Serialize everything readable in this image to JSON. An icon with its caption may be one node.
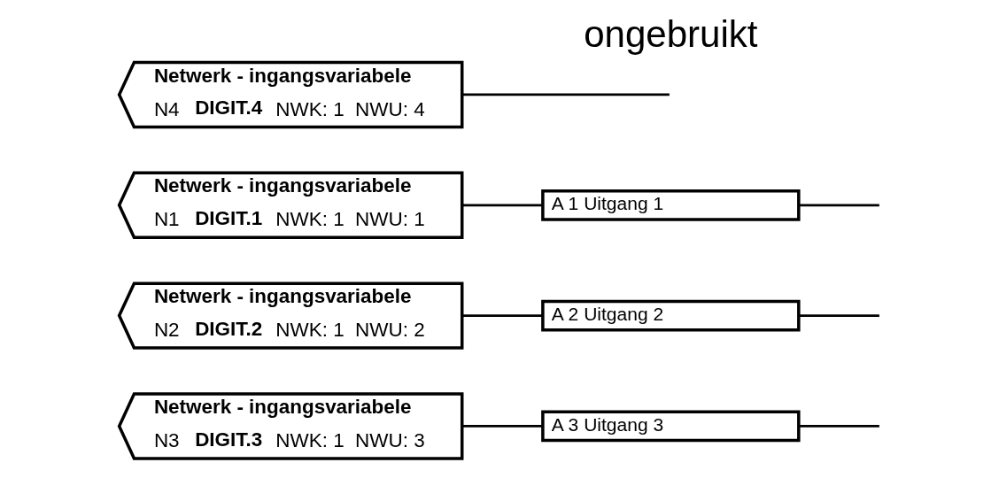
{
  "diagram": {
    "nodes": [
      {
        "text": [
          "Netwerk - ingangsvariabele",
          "N1",
          "DIGIT.1",
          "NWK: 1",
          "NWU: 1"
        ]
      },
      {
        "text": [
          "Netwerk - ingangsvariabele",
          "N2",
          "DIGIT.2",
          "NWK: 1",
          "NWU: 2"
        ]
      },
      {
        "text": [
          "Netwerk - ingangsvariabele",
          "N3",
          "DIGIT.3",
          "NWK: 1",
          "NWU: 3"
        ]
      },
      {
        "text": [
          "Netwerk - ingangsvariabele",
          "N4",
          "DIGIT.4",
          "NWK: 1",
          "NWU: 4"
        ]
      },
      {
        "text": [
          "A 1",
          "Uitgang 1"
        ]
      },
      {
        "text": [
          "A 2",
          "Uitgang 2"
        ]
      },
      {
        "text": [
          "A 3",
          "Uitgang 3"
        ]
      }
    ],
    "edges": [
      {
        "from": 0,
        "to": 4,
        "arrow": "none"
      },
      {
        "from": 4,
        "to": null,
        "arrow": "none"
      },
      {
        "from": 1,
        "to": 5,
        "arrow": "none"
      },
      {
        "from": 5,
        "to": null,
        "arrow": "none"
      },
      {
        "from": 2,
        "to": 6,
        "arrow": "none"
      },
      {
        "from": 6,
        "to": null,
        "arrow": "none"
      },
      {
        "from": 3,
        "to": null,
        "arrow": "none"
      }
    ],
    "labels": [
      "ongebruikt"
    ]
  }
}
